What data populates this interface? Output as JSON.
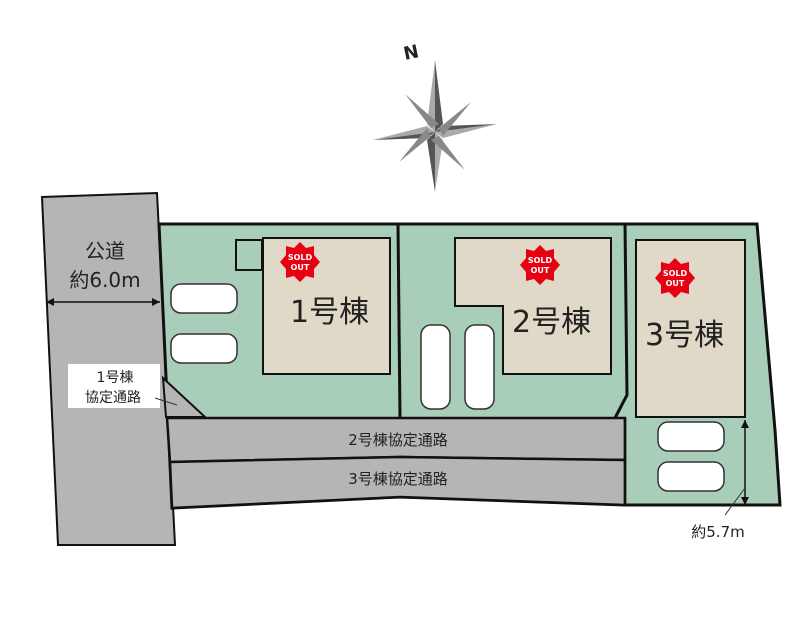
{
  "compass": {
    "label": "N"
  },
  "public_road": {
    "label": "公道",
    "width": "約6.0m"
  },
  "lots": [
    {
      "label": "1号棟",
      "badge_line1": "SOLD",
      "badge_line2": "OUT"
    },
    {
      "label": "2号棟",
      "badge_line1": "SOLD",
      "badge_line2": "OUT"
    },
    {
      "label": "3号棟",
      "badge_line1": "SOLD",
      "badge_line2": "OUT"
    }
  ],
  "passages": {
    "lot1_line1": "1号棟",
    "lot1_line2": "協定通路",
    "lot2": "2号棟協定通路",
    "lot3": "3号棟協定通路"
  },
  "dimension": "約5.7m",
  "colors": {
    "lot": "#a8cdb9",
    "house": "#e1d9c7",
    "road": "#b5b5b5",
    "sold": "#e60012"
  }
}
